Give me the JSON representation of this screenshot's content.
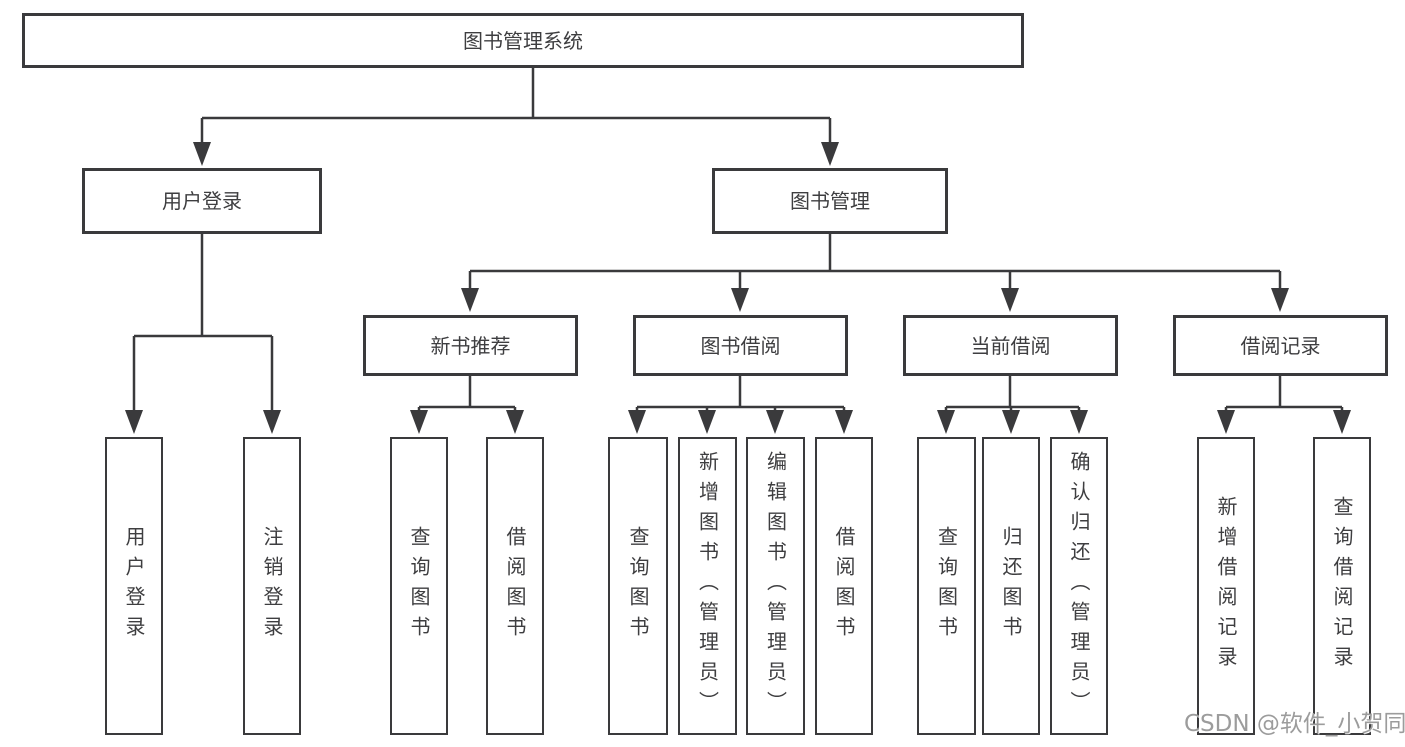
{
  "tree": {
    "root": {
      "label": "图书管理系统",
      "children": [
        {
          "label": "用户登录",
          "children": [
            {
              "label": "用户登录"
            },
            {
              "label": "注销登录"
            }
          ]
        },
        {
          "label": "图书管理",
          "children": [
            {
              "label": "新书推荐",
              "children": [
                {
                  "label": "查询图书"
                },
                {
                  "label": "借阅图书"
                }
              ]
            },
            {
              "label": "图书借阅",
              "children": [
                {
                  "label": "查询图书"
                },
                {
                  "label": "新增图书（管理员）"
                },
                {
                  "label": "编辑图书（管理员）"
                },
                {
                  "label": "借阅图书"
                }
              ]
            },
            {
              "label": "当前借阅",
              "children": [
                {
                  "label": "查询图书"
                },
                {
                  "label": "归还图书"
                },
                {
                  "label": "确认归还（管理员）"
                }
              ]
            },
            {
              "label": "借阅记录",
              "children": [
                {
                  "label": "新增借阅记录"
                },
                {
                  "label": "查询借阅记录"
                }
              ]
            }
          ]
        }
      ]
    }
  },
  "watermark": {
    "text": "CSDN @软件_小贺同学"
  },
  "colors": {
    "line": "#3a3a3c",
    "box_border": "#3a3a3c",
    "text": "#3e3e40",
    "background": "#ffffff",
    "watermark_text": "#9c9c9c"
  }
}
